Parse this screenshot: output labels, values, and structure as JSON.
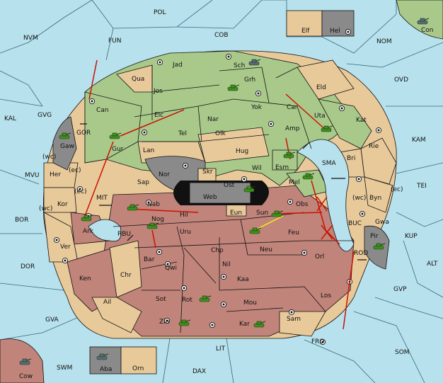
{
  "colors": {
    "sea": "#b7e1ec",
    "neutral": "#e8c99a",
    "green_power": "#a9c98b",
    "red_power": "#c0847a",
    "grey_power": "#8a8a8a",
    "center_dot": "#111111",
    "order_red": "#cc1100",
    "order_yellow": "#f2ea1a",
    "unit_green": "#3f8f1e"
  },
  "sea_labels": {
    "pol": "POL",
    "cob": "COB",
    "fun": "FUN",
    "nvm": "NVM",
    "nom": "NOM",
    "ovd": "OVD",
    "kam": "KAM",
    "tei": "TEI",
    "kup": "KUP",
    "alt": "ALT",
    "gvp": "GVP",
    "som": "SOM",
    "fro": "FRO",
    "lit": "LIT",
    "dax": "DAX",
    "swm": "SWM",
    "gva": "GVA",
    "dor": "DOR",
    "bor": "BOR",
    "mvu": "MVU",
    "kal": "KAL",
    "gvg": "GVG",
    "sma": "SMA",
    "mit": "MIT",
    "rbu": "RBU",
    "buc": "BUC",
    "rod": "ROD",
    "gor": "GOR"
  },
  "land_labels": {
    "elf": "Elf",
    "hel": "Hel",
    "con": "Con",
    "aba": "Aba",
    "orn": "Orn",
    "cow": "Cow",
    "jad": "Jad",
    "sch": "Sch",
    "qua": "Qua",
    "grh": "Grh",
    "jos": "Jos",
    "eld": "Eld",
    "can": "Can",
    "yok": "Yok",
    "car": "Car",
    "uta": "Uta",
    "elc": "Elc",
    "nar": "Nar",
    "kat": "Kat",
    "tel": "Tel",
    "olk": "Olk",
    "amp": "Amp",
    "gaw": "Gaw",
    "gur": "Gur",
    "rie": "Rie",
    "lan": "Lan",
    "hug": "Hug",
    "bri": "Bri",
    "esm": "Esm",
    "wil": "Wil",
    "her": "Her",
    "wc": "(wc)",
    "ec": "(ec)",
    "nor": "Nor",
    "skr": "Skr",
    "ost": "Ost",
    "sap": "Sap",
    "web": "Web",
    "mel": "Mel",
    "byn": "Byn",
    "kor": "Kor",
    "nab": "Nab",
    "eun": "Eun",
    "obs": "Obs",
    "hil": "Hil",
    "sun": "Sun",
    "gwa": "Gwa",
    "ark": "Ark",
    "nog": "Nog",
    "pir": "Pir",
    "uru": "Uru",
    "feu": "Feu",
    "ver": "Ver",
    "chp": "Chp",
    "neu": "Neu",
    "orl": "Orl",
    "bar": "Bar",
    "nil": "Nil",
    "qwi": "Qwi",
    "ken": "Ken",
    "chr": "Chr",
    "kaa": "Kaa",
    "los": "Los",
    "sot": "Sot",
    "rot": "Rot",
    "ail": "Ail",
    "mou": "Mou",
    "zin": "Zin",
    "kar": "Kar",
    "sam": "Sam"
  }
}
